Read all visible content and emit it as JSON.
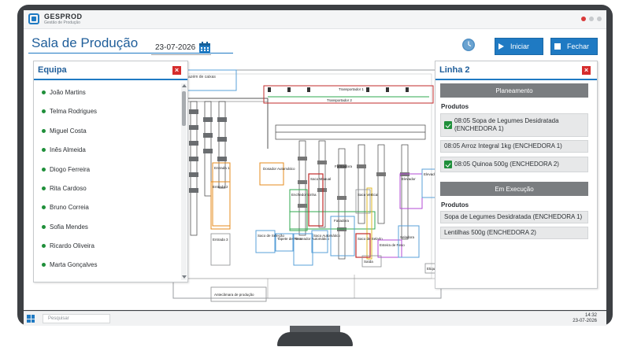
{
  "app": {
    "name": "GESPROD",
    "subtitle": "Gestão de Produção"
  },
  "header": {
    "page_title": "Sala de Produção",
    "date": "23-07-2026"
  },
  "toolbar": {
    "start_label": "Iniciar",
    "close_label": "Fechar"
  },
  "team": {
    "title": "Equipa",
    "members": [
      "João Martins",
      "Telma Rodrigues",
      "Miguel Costa",
      "Inês Almeida",
      "Diogo Ferreira",
      "Rita Cardoso",
      "Bruno Correia",
      "Sofia Mendes",
      "Ricardo Oliveira",
      "Marta Gonçalves"
    ]
  },
  "line": {
    "title": "Linha 2",
    "planning_label": "Planeamento",
    "planning_products_label": "Produtos",
    "planned": [
      "08:05 Sopa de Legumes Desidratada (ENCHEDORA 1)",
      "08:05 Arroz Integral 1kg (ENCHEDORA 1)",
      "08:05 Quinoa 500g (ENCHEDORA 2)"
    ],
    "running_label": "Em Execução",
    "running_products_label": "Produtos",
    "running": [
      "Sopa de Legumes Desidratada (ENCHEDORA 1)",
      "Lentilhas 500g (ENCHEDORA 2)"
    ]
  },
  "floor_plan": {
    "labels": {
      "transporter_1": "Transportador 1",
      "transporter_2": "Transportador 2",
      "dosador": "Dosador Automático",
      "entrada_1": "Entrada 1",
      "entrada_2": "Entrada 2",
      "entrada_3": "Entrada 3",
      "enchedor": "Enchedor Linha",
      "saco_manual": "Saco Manual",
      "formadora": "Formadora",
      "saco_vertical": "Saco Vertical",
      "fatiadora": "Fatiadora",
      "saco_selecao": "Saco de Seleção",
      "tapete": "Tapete de Peso",
      "doseador_auto": "Doseador Automático",
      "saco_auto": "Saco Automático",
      "saco_selado": "Saco de Selado",
      "esteira": "Esteira de Peso",
      "elevador_1": "Elevador",
      "elevador_2": "Elevador",
      "selador": "Seladora",
      "etiquetagem": "Etiquetagem",
      "antecamara": "Antecâmara de produção",
      "caixas": "Armazém de caixas",
      "saida": "Saída"
    }
  },
  "taskbar": {
    "search_placeholder": "Pesquisar",
    "time": "14:32",
    "date": "23-07-2026"
  },
  "colors": {
    "accent": "#1f7ac3",
    "close_red": "#d62c2c",
    "status_green": "#1f8f3a",
    "section_grey": "#7a7d80"
  }
}
